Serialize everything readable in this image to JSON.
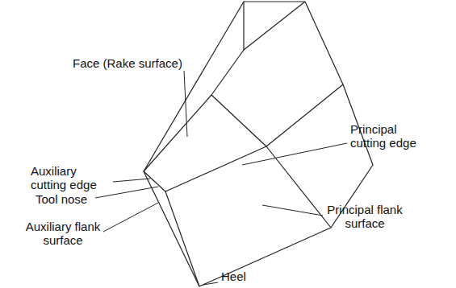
{
  "diagram": {
    "labels": [
      "Face (Rake surface)",
      "Auxiliary cutting edge",
      "Tool nose",
      "Auxiliary flank surface",
      "Principal cutting edge",
      "Principal flank surface",
      "Heel"
    ]
  }
}
